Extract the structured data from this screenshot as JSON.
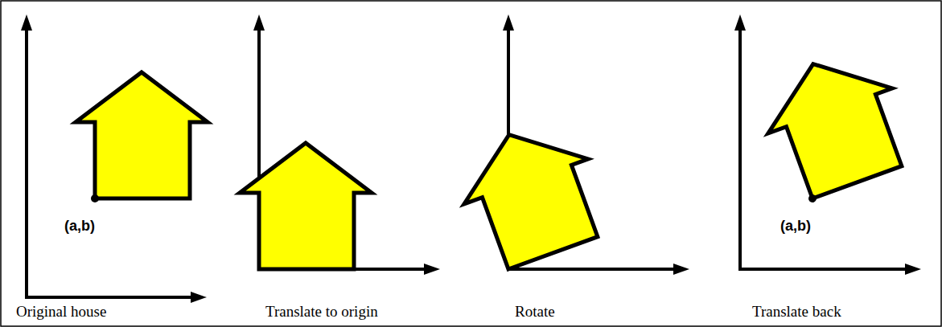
{
  "diagram": {
    "labels": [
      "(a,b)",
      "Original house",
      "Translate to origin",
      "Rotate",
      "(a,b)",
      "Translate back"
    ]
  }
}
